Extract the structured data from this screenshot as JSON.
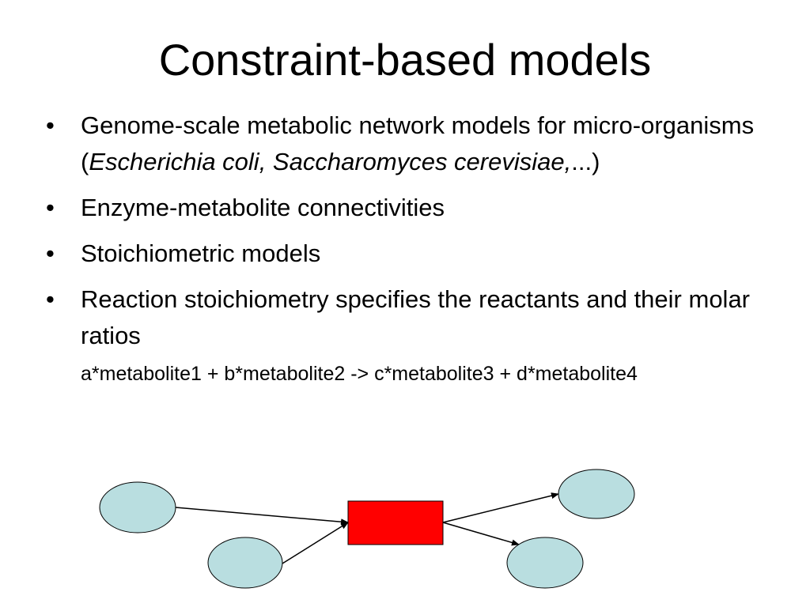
{
  "slide": {
    "title": "Constraint-based models",
    "bullet_symbol": "•",
    "bullets": [
      {
        "text_before": "Genome-scale metabolic network models for micro-organisms (",
        "italic": "Escherichia coli, Saccharomyces cerevisiae,",
        "text_after": "...)"
      },
      {
        "text": "Enzyme-metabolite connectivities"
      },
      {
        "text": "Stoichiometric models"
      },
      {
        "text": "Reaction stoichiometry specifies the reactants and their molar ratios",
        "sub": "a*metabolite1 + b*metabolite2 -> c*metabolite3 + d*metabolite4"
      }
    ]
  },
  "diagram": {
    "colors": {
      "metabolite_fill": "#b9dee0",
      "reaction_fill": "#ff0000",
      "stroke": "#000000"
    }
  }
}
